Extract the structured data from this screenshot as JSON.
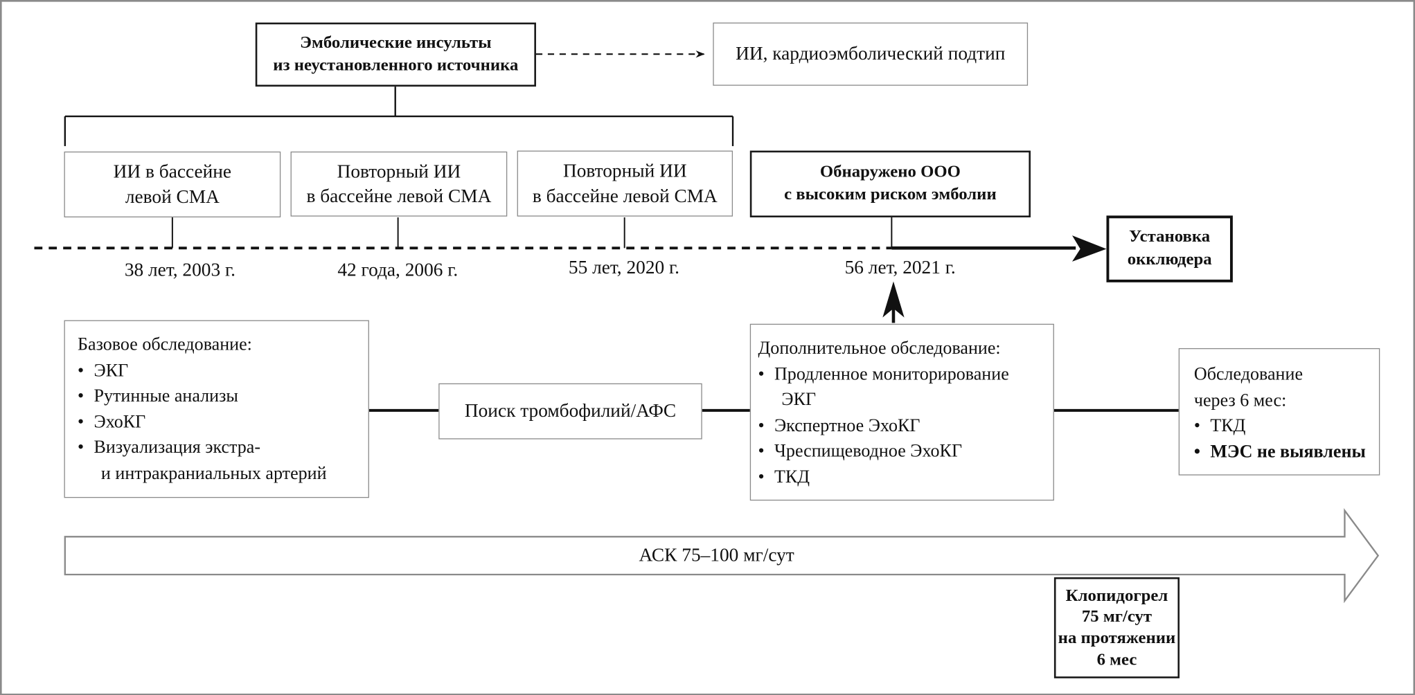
{
  "top": {
    "main_line1": "Эмболические инсульты",
    "main_line2": "из неустановленного источника",
    "reclass": "ИИ, кардиоэмболический подтип"
  },
  "events": [
    {
      "line1": "ИИ в бассейне",
      "line2": "левой СМА",
      "date": "38 лет, 2003 г."
    },
    {
      "line1": "Повторный ИИ",
      "line2": "в бассейне левой СМА",
      "date": "42 года, 2006 г."
    },
    {
      "line1": "Повторный ИИ",
      "line2": "в бассейне левой СМА",
      "date": "55 лет, 2020 г."
    },
    {
      "line1": "Обнаружено ООО",
      "line2": "с высоким риском эмболии",
      "date": "56 лет, 2021 г."
    }
  ],
  "occluder": {
    "line1": "Установка",
    "line2": "окклюдера"
  },
  "basic_exam": {
    "title": "Базовое обследование:",
    "items": [
      "ЭКГ",
      "Рутинные анализы",
      "ЭхоКГ",
      "Визуализация экстра-"
    ],
    "cont": "и интракраниальных артерий"
  },
  "thrombo": "Поиск тромбофилий/АФС",
  "extra_exam": {
    "title": "Дополнительное обследование:",
    "item1": "Продленное мониторирование",
    "item1_cont": "ЭКГ",
    "items": [
      "Экспертное ЭхоКГ",
      "Чреспищеводное ЭхоКГ",
      "ТКД"
    ]
  },
  "followup": {
    "line1": "Обследование",
    "line2": "через 6 мес:",
    "item1": "ТКД",
    "item2": "МЭС не выявлены"
  },
  "bullet": "•",
  "therapy": {
    "ask": "АСК 75–100 мг/сут"
  },
  "clopidogrel": {
    "line1": "Клопидогрел",
    "line2": "75 мг/сут",
    "line3": "на протяжении",
    "line4": "6 мес"
  }
}
